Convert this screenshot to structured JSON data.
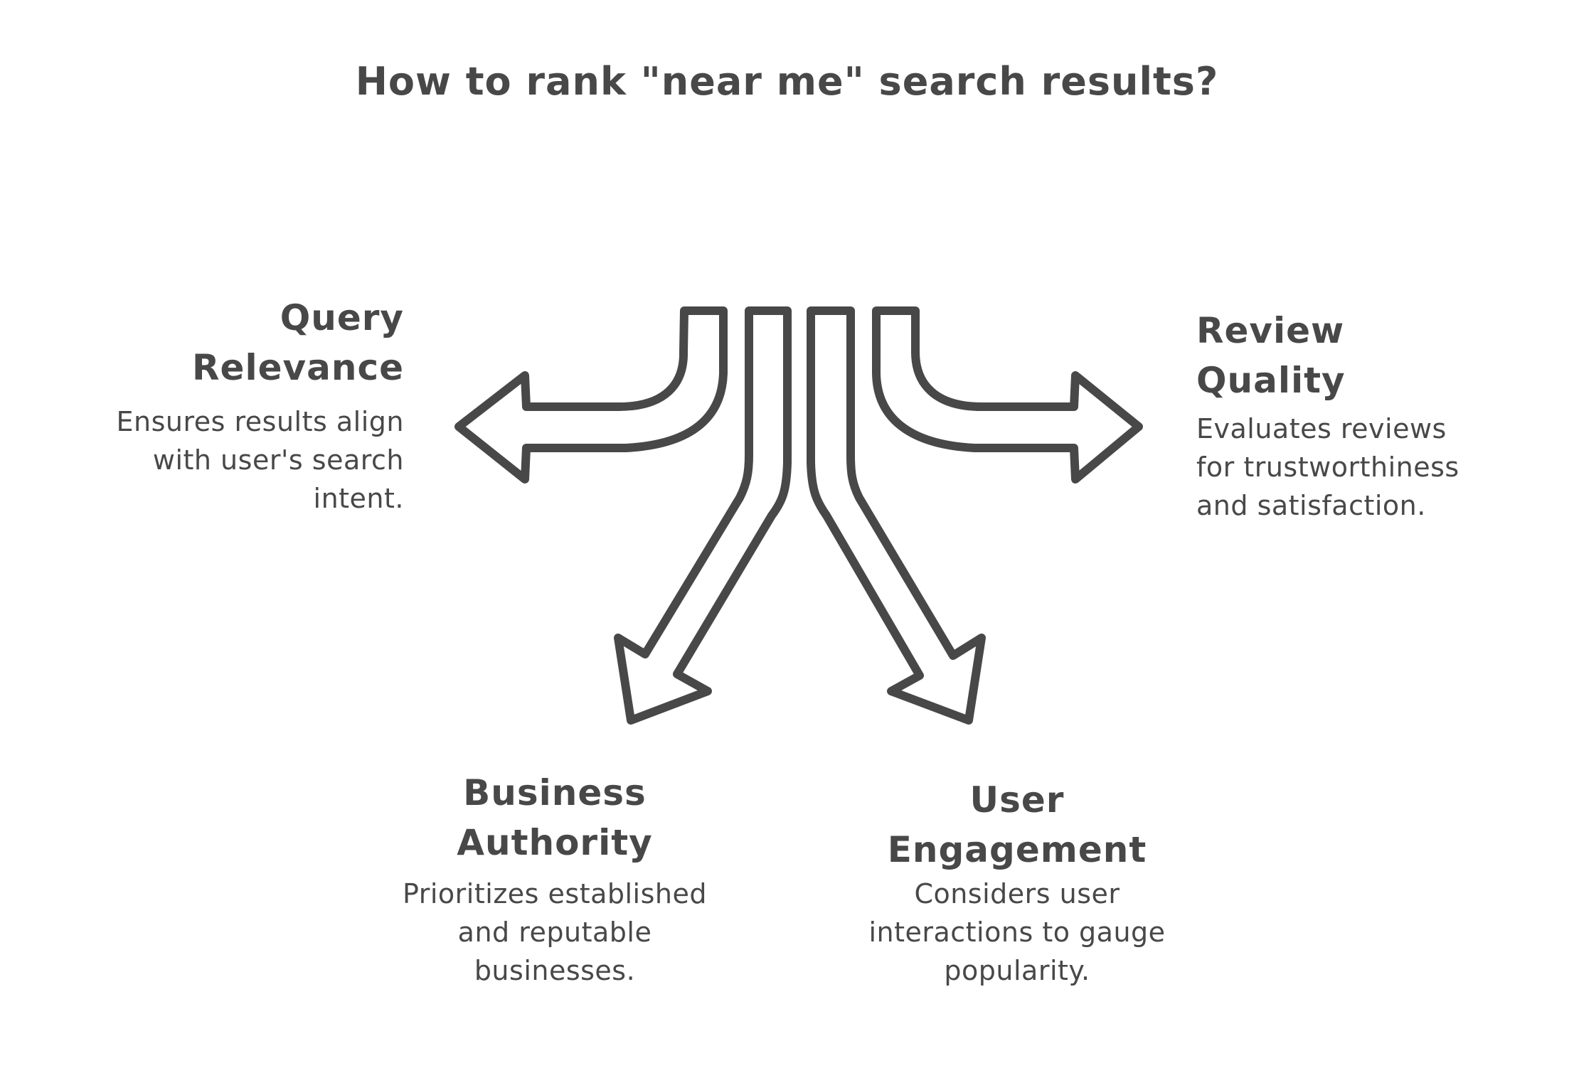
{
  "title": "How to rank \"near me\" search results?",
  "colors": {
    "ink": "#484848",
    "background": "#ffffff"
  },
  "factors": [
    {
      "id": "query-relevance",
      "direction": "left",
      "heading_lines": [
        "Query",
        "Relevance"
      ],
      "description_lines": [
        "Ensures results align",
        "with user's search",
        "intent."
      ]
    },
    {
      "id": "review-quality",
      "direction": "right",
      "heading_lines": [
        "Review",
        "Quality"
      ],
      "description_lines": [
        "Evaluates reviews",
        "for trustworthiness",
        "and satisfaction."
      ]
    },
    {
      "id": "business-authority",
      "direction": "down-left",
      "heading_lines": [
        "Business",
        "Authority"
      ],
      "description_lines": [
        "Prioritizes established",
        "and reputable",
        "businesses."
      ]
    },
    {
      "id": "user-engagement",
      "direction": "down-right",
      "heading_lines": [
        "User",
        "Engagement"
      ],
      "description_lines": [
        "Considers user",
        "interactions to gauge",
        "popularity."
      ]
    }
  ]
}
